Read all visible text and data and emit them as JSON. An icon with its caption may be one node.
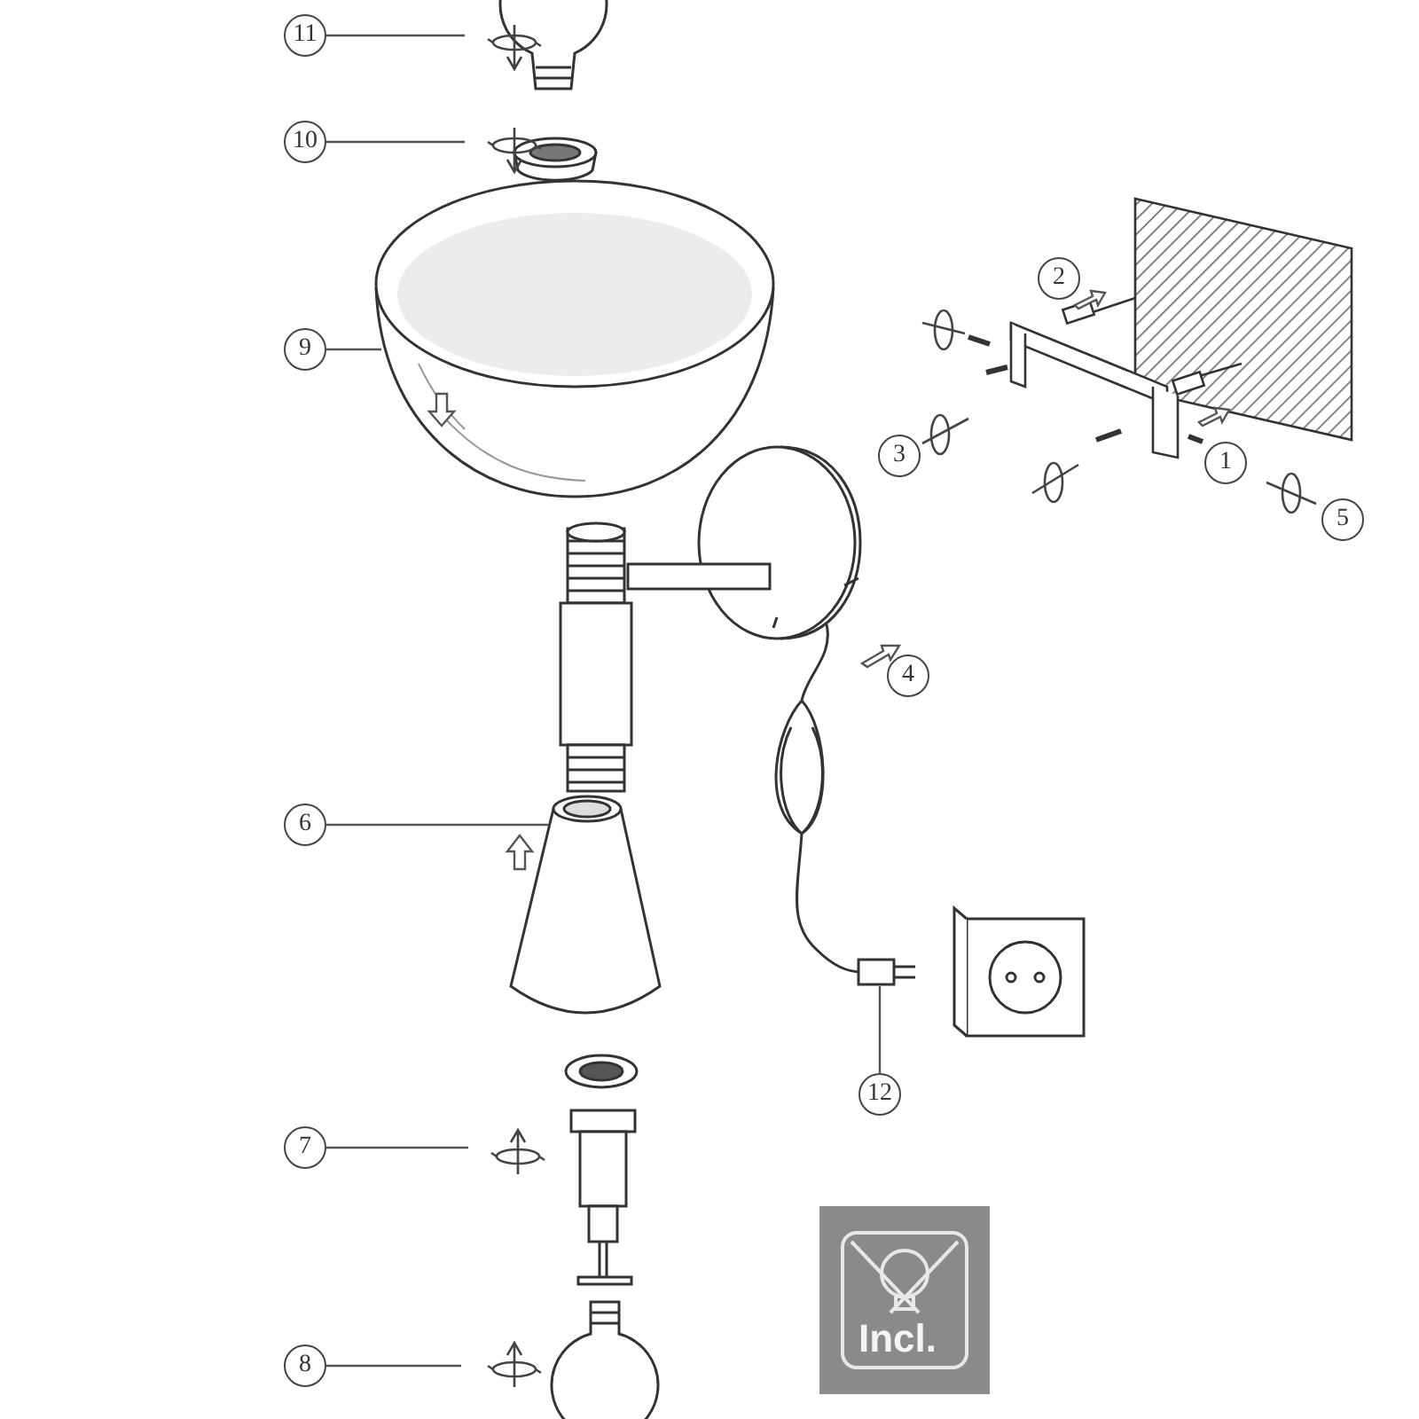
{
  "diagram": {
    "nodes": [
      {
        "text": [
          "11"
        ]
      },
      {
        "text": [
          "10"
        ]
      },
      {
        "text": [
          "2"
        ]
      },
      {
        "text": [
          "9"
        ]
      },
      {
        "text": [
          "3"
        ]
      },
      {
        "text": [
          "1"
        ]
      },
      {
        "text": [
          "5"
        ]
      },
      {
        "text": [
          "4"
        ]
      },
      {
        "text": [
          "6"
        ]
      },
      {
        "text": [
          "12"
        ]
      },
      {
        "text": [
          "7"
        ]
      },
      {
        "text": [
          "8"
        ]
      },
      {
        "text": [],
        "shape": "picture"
      },
      {
        "text": [],
        "shape": "picture"
      }
    ],
    "edges": [
      {
        "from": 0,
        "to": null,
        "arrow": "none"
      },
      {
        "from": 1,
        "to": null,
        "arrow": "none"
      },
      {
        "from": 3,
        "to": 12,
        "arrow": "none"
      },
      {
        "from": 8,
        "to": 13,
        "arrow": "none"
      },
      {
        "from": 9,
        "to": null,
        "arrow": "none"
      },
      {
        "from": 10,
        "to": null,
        "arrow": "none"
      },
      {
        "from": 11,
        "to": null,
        "arrow": "none"
      }
    ],
    "labels": [
      "Incl."
    ]
  }
}
